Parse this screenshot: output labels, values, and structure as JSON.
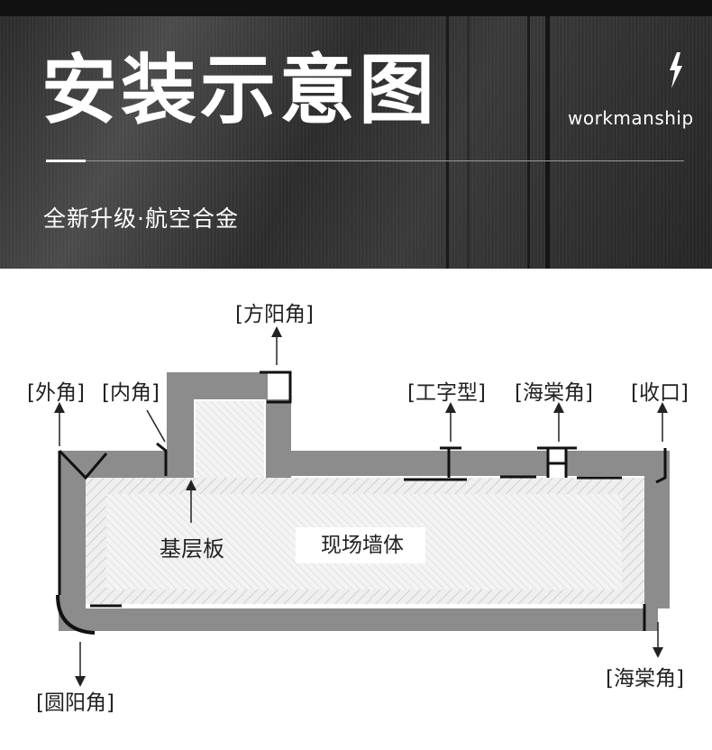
{
  "header": {
    "title": "安装示意图",
    "brand": "workmanship",
    "subtitle": "全新升级·航空合金"
  },
  "diagram": {
    "labels": {
      "fang_yang_jiao": "[方阳角]",
      "wai_jiao": "[外角]",
      "nei_jiao": "[内角]",
      "gong_zi_xing": "[工字型]",
      "hai_tang_jiao_top": "[海棠角]",
      "shou_kou": "[收口]",
      "ji_ceng_ban": "基层板",
      "xian_chang_qiang_ti": "现场墙体",
      "yuan_yang_jiao": "[圆阳角]",
      "hai_tang_jiao_bottom": "[海棠角]"
    }
  }
}
